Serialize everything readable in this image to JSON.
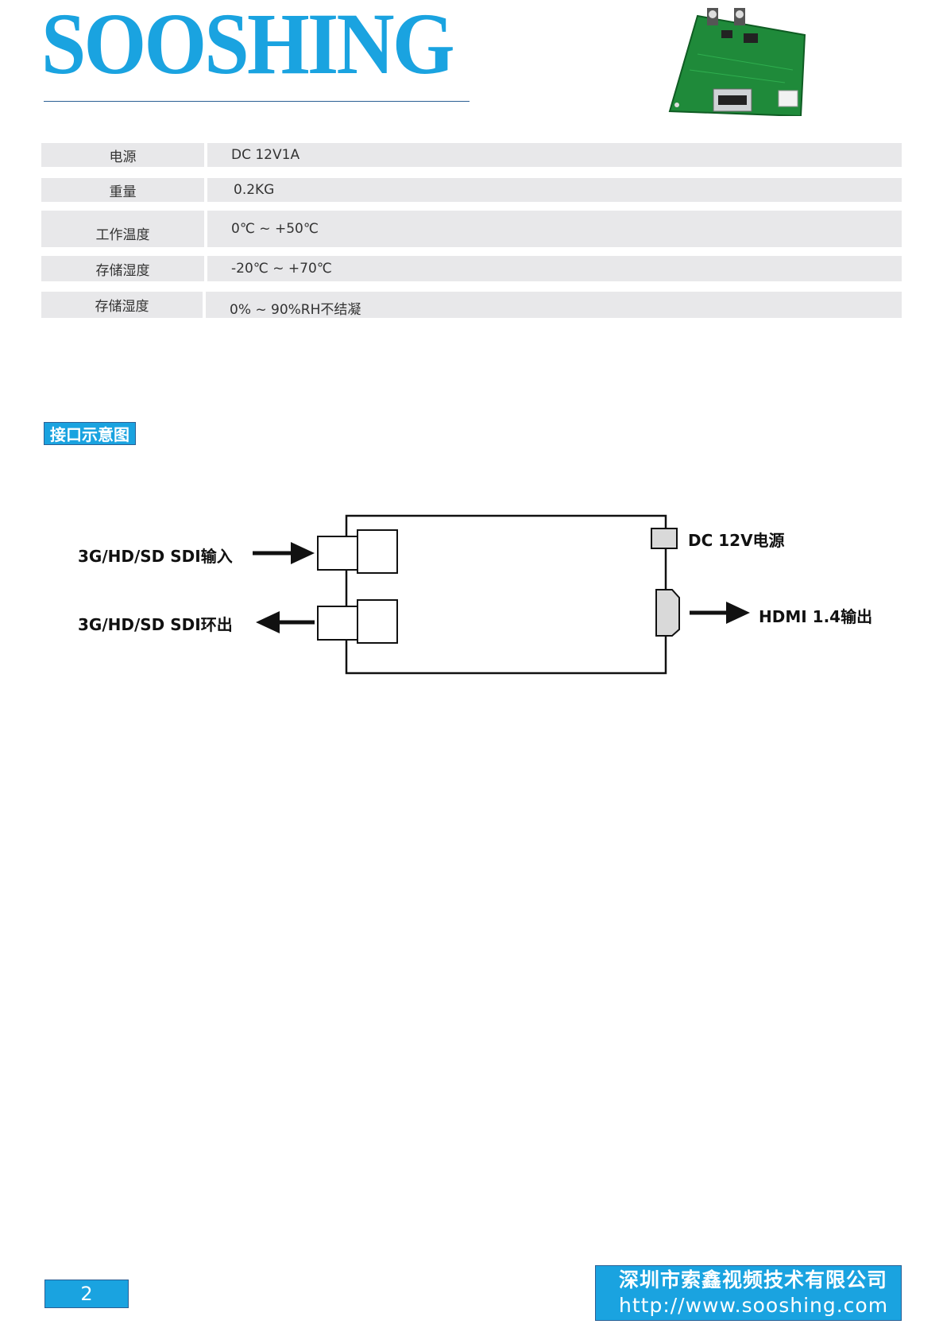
{
  "header": {
    "logo_text": "SOOSHING"
  },
  "specs": [
    {
      "label": "电源",
      "value": "DC 12V1A"
    },
    {
      "label": "重量",
      "value": "0.2KG"
    },
    {
      "label": "工作温度",
      "value": "0℃ ~ +50℃"
    },
    {
      "label": "存储湿度",
      "value": "-20℃ ~ +70℃"
    },
    {
      "label": "存储湿度",
      "value": "0% ~ 90%RH不结凝"
    }
  ],
  "section": {
    "title": "接口示意图"
  },
  "diagram": {
    "sdi_in_label": "3G/HD/SD SDI输入",
    "sdi_out_label": "3G/HD/SD SDI环出",
    "dc_label": "DC 12V电源",
    "hdmi_label": "HDMI 1.4输出"
  },
  "footer": {
    "page_number": "2",
    "company": "深圳市索鑫视频技术有限公司",
    "url": "http://www.sooshing.com"
  },
  "colors": {
    "brand_blue": "#1aa3e0",
    "table_bg": "#e8e8ea",
    "rule_blue": "#2b5f94"
  }
}
